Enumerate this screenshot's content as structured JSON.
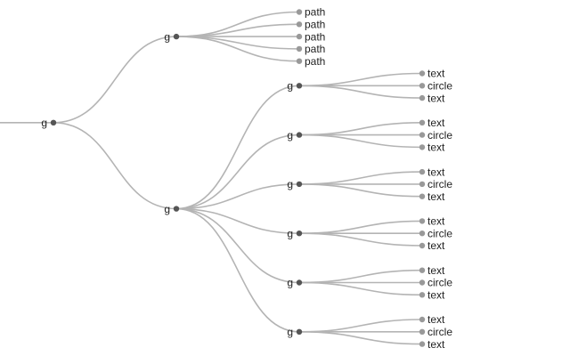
{
  "colors": {
    "link": "#b4b4b4",
    "internal_node": "#555555",
    "leaf_node": "#999999",
    "label": "#222222",
    "background": "#ffffff"
  },
  "tree": {
    "name": "g",
    "children": [
      {
        "name": "g",
        "children": [
          {
            "name": "path"
          },
          {
            "name": "path"
          },
          {
            "name": "path"
          },
          {
            "name": "path"
          },
          {
            "name": "path"
          }
        ]
      },
      {
        "name": "g",
        "children": [
          {
            "name": "g",
            "children": [
              {
                "name": "text"
              },
              {
                "name": "circle"
              },
              {
                "name": "text"
              }
            ]
          },
          {
            "name": "g",
            "children": [
              {
                "name": "text"
              },
              {
                "name": "circle"
              },
              {
                "name": "text"
              }
            ]
          },
          {
            "name": "g",
            "children": [
              {
                "name": "text"
              },
              {
                "name": "circle"
              },
              {
                "name": "text"
              }
            ]
          },
          {
            "name": "g",
            "children": [
              {
                "name": "text"
              },
              {
                "name": "circle"
              },
              {
                "name": "text"
              }
            ]
          },
          {
            "name": "g",
            "children": [
              {
                "name": "text"
              },
              {
                "name": "circle"
              },
              {
                "name": "text"
              }
            ]
          },
          {
            "name": "g",
            "children": [
              {
                "name": "text"
              },
              {
                "name": "circle"
              },
              {
                "name": "text"
              }
            ]
          }
        ]
      }
    ]
  }
}
